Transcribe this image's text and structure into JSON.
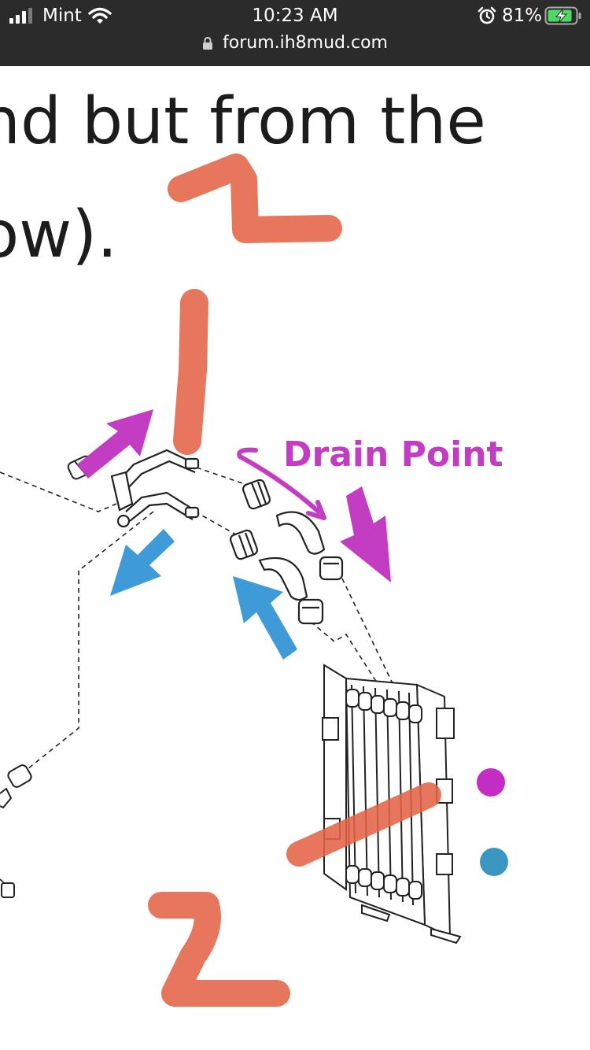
{
  "status_bar": {
    "carrier": "Mint",
    "time": "10:23 AM",
    "battery_percent": "81%"
  },
  "url_bar": {
    "domain": "forum.ih8mud.com"
  },
  "article": {
    "line1": "nd but from the",
    "line2": "ow)."
  },
  "diagram": {
    "drain_label": "Drain Point"
  },
  "colors": {
    "status_bg": "#2b2b2b",
    "annotation_orange": "#e36345",
    "annotation_magenta": "#c23dc2",
    "annotation_blue": "#3f9ad8",
    "dot_magenta": "#c42cc4",
    "dot_teal": "#3b96c2",
    "battery_green": "#4cd964"
  }
}
